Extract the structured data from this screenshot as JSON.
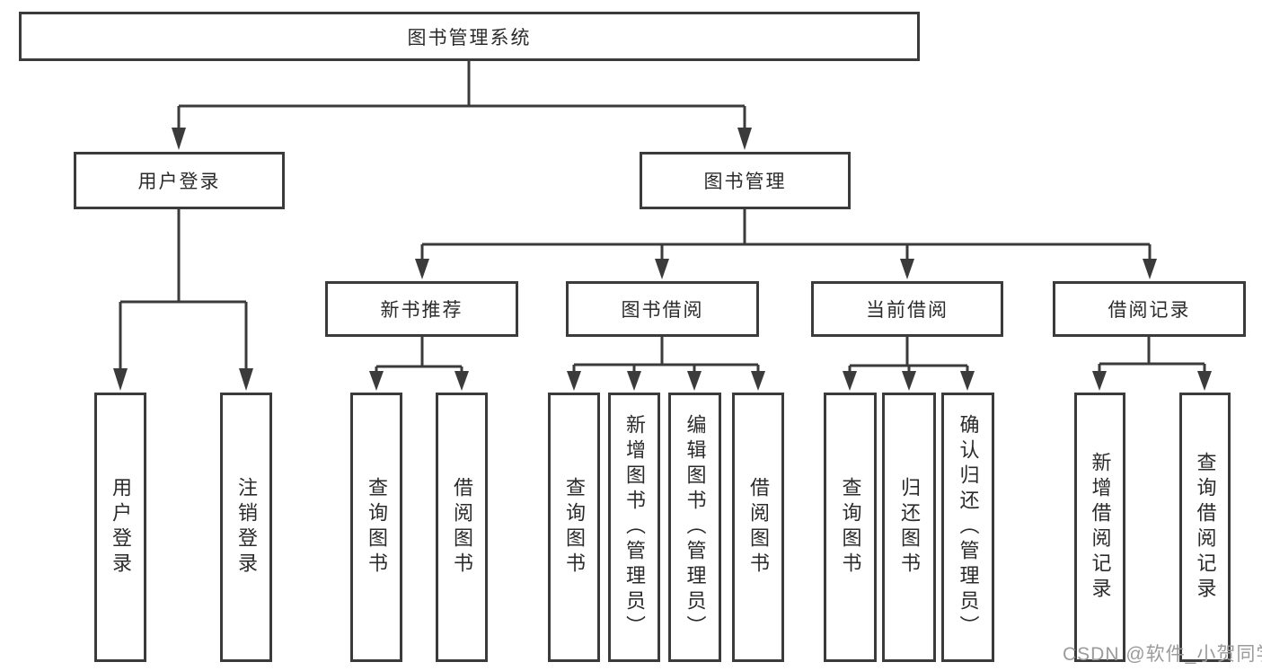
{
  "diagram": {
    "root": "图书管理系统",
    "level2": {
      "user_login": "用户登录",
      "book_mgmt": "图书管理"
    },
    "level3": {
      "new_books": "新书推荐",
      "book_borrow": "图书借阅",
      "current_borrow": "当前借阅",
      "borrow_records": "借阅记录"
    },
    "leaves": {
      "user_login": "用户登录",
      "logout": "注销登录",
      "nb_query": "查询图书",
      "nb_borrow": "借阅图书",
      "bb_query": "查询图书",
      "bb_add": "新增图书（管理员）",
      "bb_edit": "编辑图书（管理员）",
      "bb_borrow": "借阅图书",
      "cb_query": "查询图书",
      "cb_return": "归还图书",
      "cb_confirm": "确认归还（管理员）",
      "br_add": "新增借阅记录",
      "br_query": "查询借阅记录"
    }
  },
  "watermark": "CSDN @软件_小贺同学",
  "colors": {
    "line": "#3b3b3b",
    "text": "#2b2b2b",
    "watermark": "#9b9b9b",
    "background": "#ffffff"
  }
}
